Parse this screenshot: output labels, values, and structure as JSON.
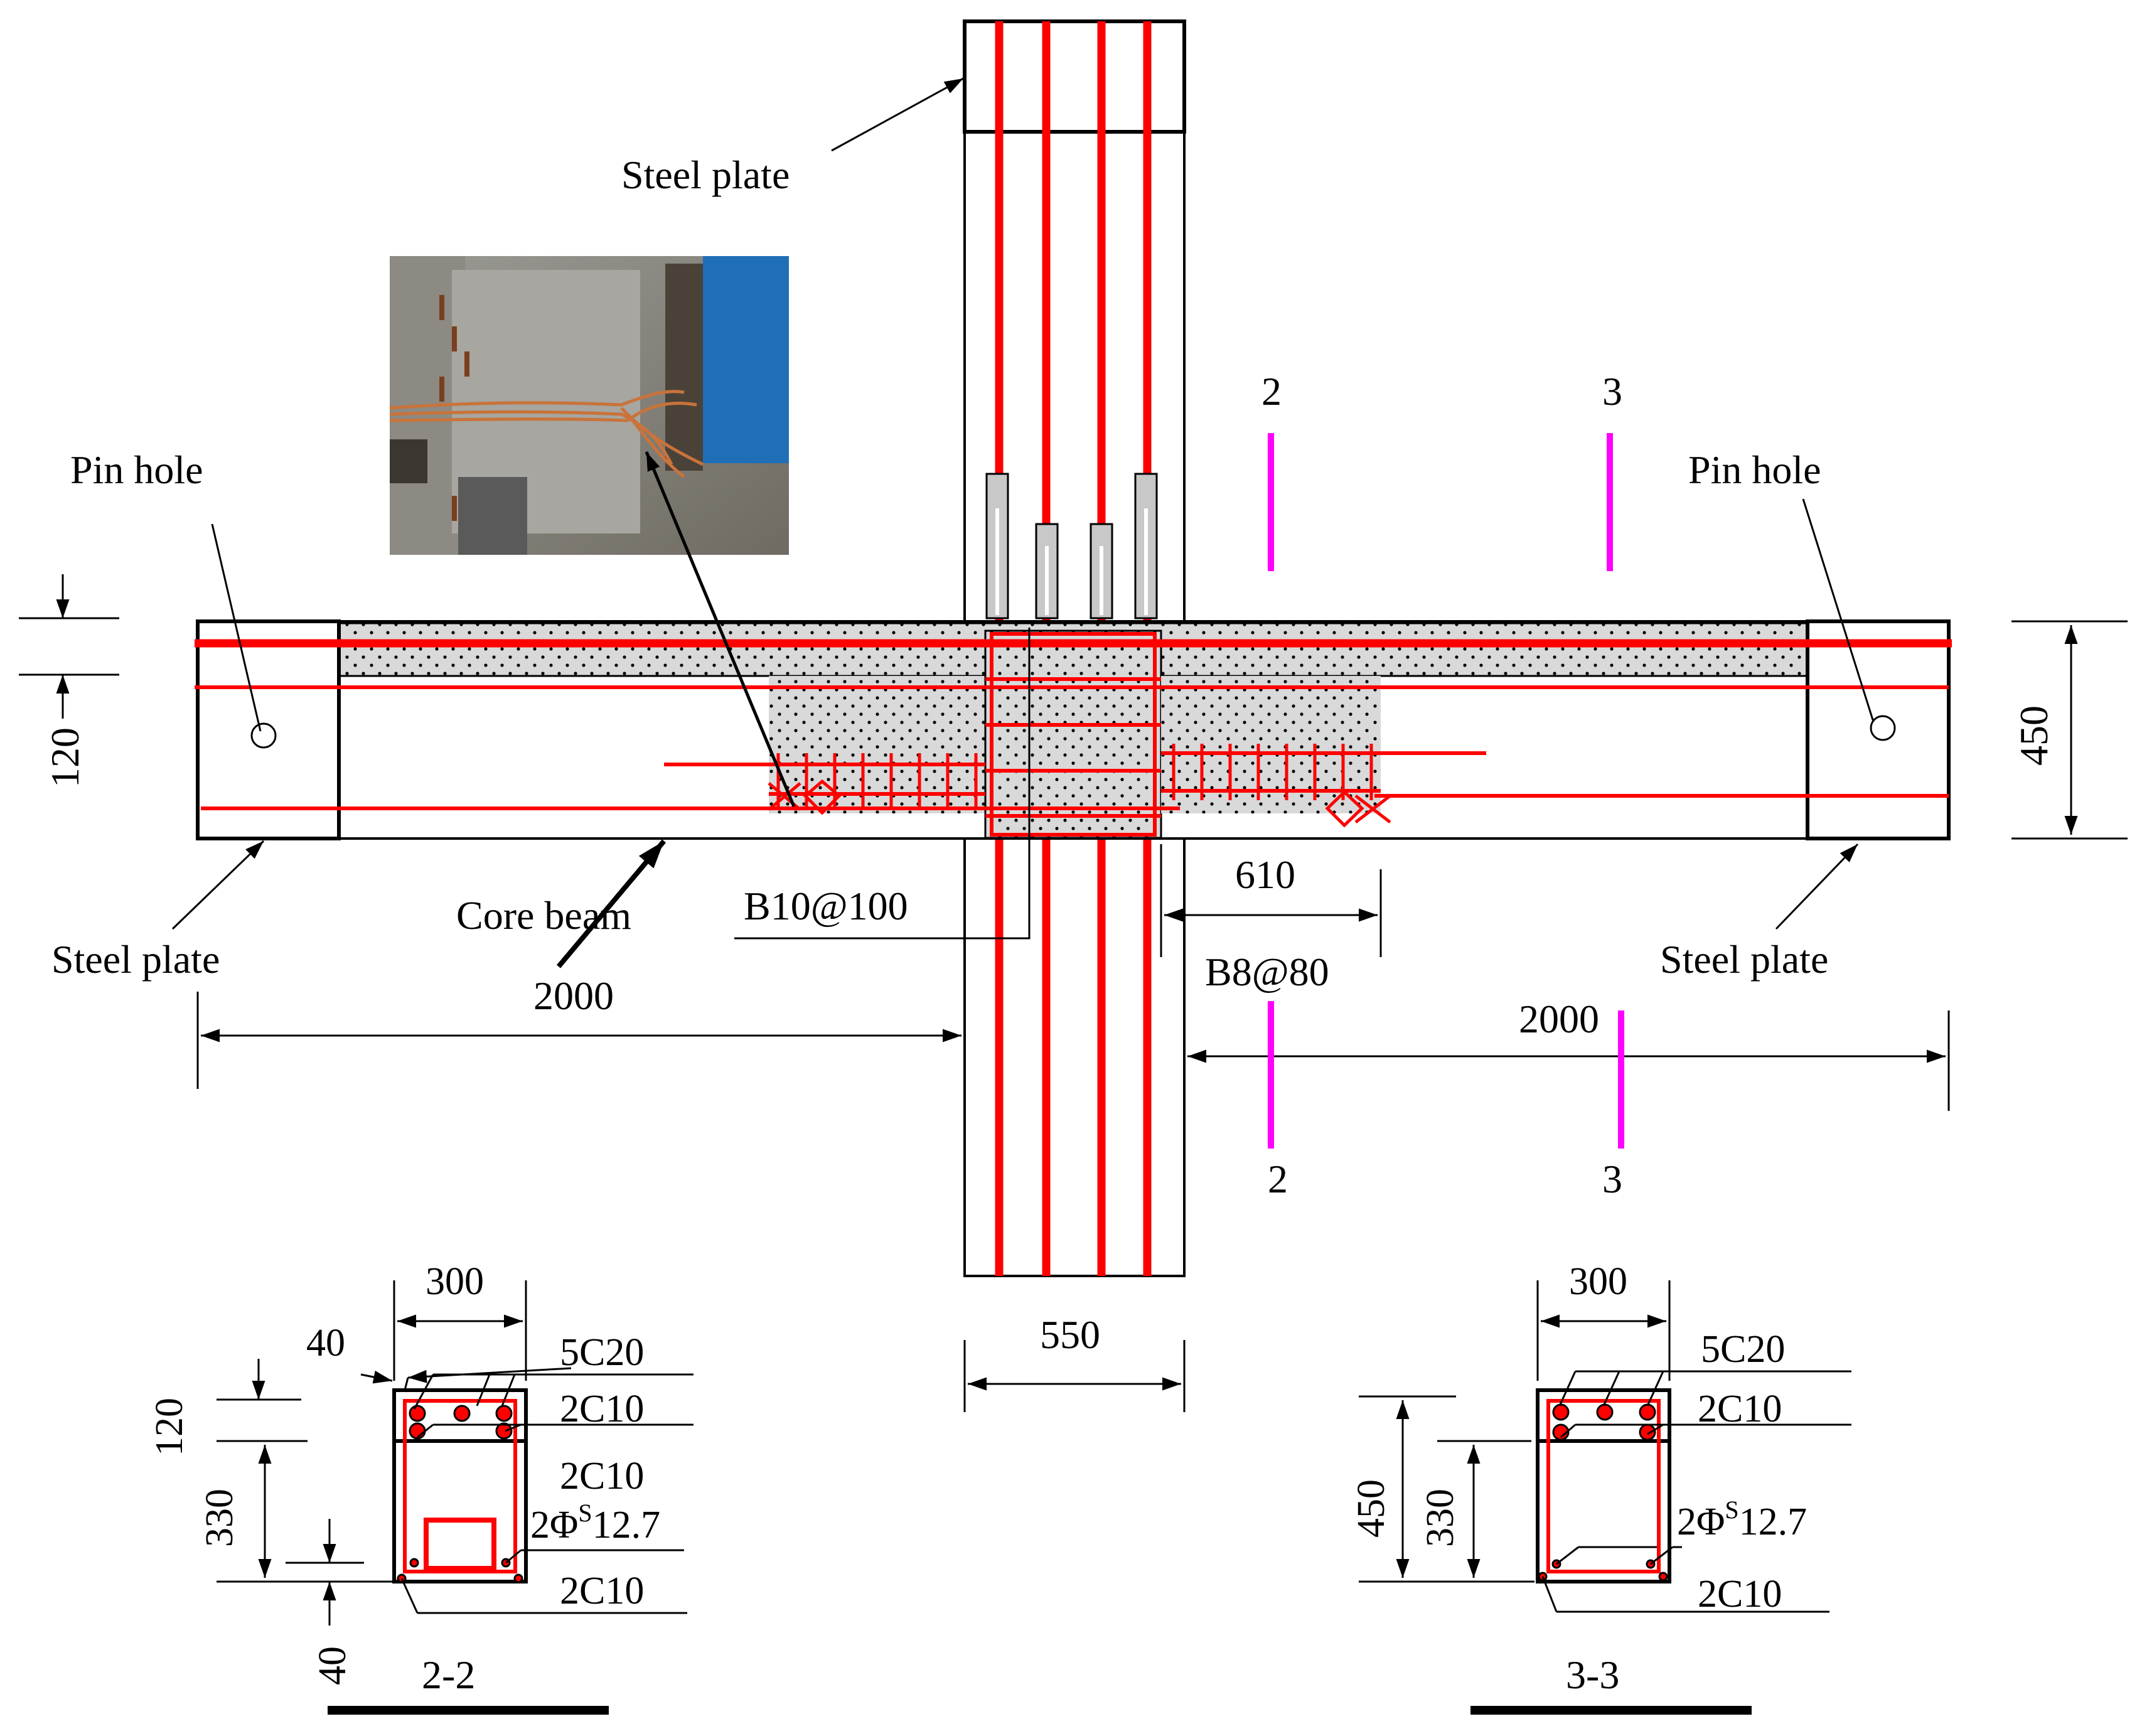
{
  "labels": {
    "steel_plate_top": "Steel plate",
    "steel_plate_left": "Steel plate",
    "steel_plate_right": "Steel plate",
    "pin_hole_left": "Pin hole",
    "pin_hole_right": "Pin hole",
    "core_beam": "Core beam",
    "stirrup_b10": "B10@100",
    "stirrup_b8": "B8@80",
    "sec2_top": "2",
    "sec2_bot": "2",
    "sec3_top": "3",
    "sec3_bot": "3"
  },
  "dimensions": {
    "dim_120": "120",
    "dim_450": "450",
    "dim_610": "610",
    "dim_2000_left": "2000",
    "dim_2000_right": "2000",
    "dim_550": "550"
  },
  "section_22": {
    "title": "2-2",
    "width": "300",
    "cover_top": "40",
    "cover_bottom": "40",
    "h_slab": "120",
    "h_core": "330",
    "bars_top": "5C20",
    "bars_mid": "2C10",
    "bars_side": "2C10",
    "strand_prefix": "2Φ",
    "strand_sup": "S",
    "strand_size": "12.7",
    "bars_bottom": "2C10"
  },
  "section_33": {
    "title": "3-3",
    "width": "300",
    "h_total": "450",
    "h_core": "330",
    "bars_top": "5C20",
    "bars_mid": "2C10",
    "strand_prefix": "2Φ",
    "strand_sup": "S",
    "strand_size": "12.7",
    "bars_bottom": "2C10"
  },
  "colors": {
    "rebar": "#ff0000",
    "section_cut": "#ff00ff",
    "concrete_fill": "#d9d9d9",
    "outline": "#000000"
  }
}
